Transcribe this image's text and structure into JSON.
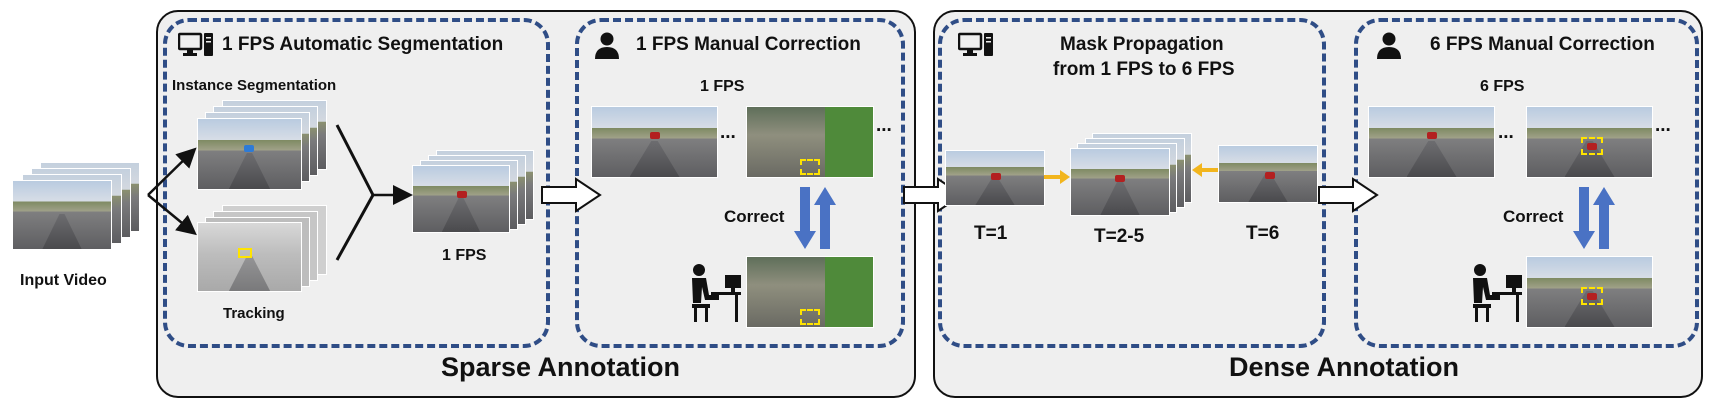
{
  "input": {
    "label": "Input Video"
  },
  "sparse": {
    "title": "Sparse Annotation",
    "auto_seg": {
      "title": "1 FPS Automatic Segmentation",
      "instance_label": "Instance Segmentation",
      "tracking_label": "Tracking",
      "output_label": "1 FPS",
      "icon": "computer-icon"
    },
    "manual": {
      "title": "1 FPS Manual Correction",
      "rate_label": "1 FPS",
      "ellipsis_1": "...",
      "ellipsis_2": "...",
      "correct_label": "Correct",
      "icon": "person-icon"
    }
  },
  "dense": {
    "title": "Dense Annotation",
    "propagation": {
      "title_line1": "Mask Propagation",
      "title_line2": "from 1 FPS to 6 FPS",
      "t1": "T=1",
      "t25": "T=2-5",
      "t6": "T=6",
      "icon": "computer-icon"
    },
    "manual": {
      "title": "6 FPS Manual Correction",
      "rate_label": "6 FPS",
      "ellipsis_1": "...",
      "ellipsis_2": "...",
      "correct_label": "Correct",
      "icon": "person-icon"
    }
  },
  "colors": {
    "dash_border": "#2f4d86",
    "panel_bg": "#efefef",
    "correct_arrow": "#4a72c4",
    "propagation_arrow": "#f2b51d",
    "highlight_box": "#ffe400"
  }
}
